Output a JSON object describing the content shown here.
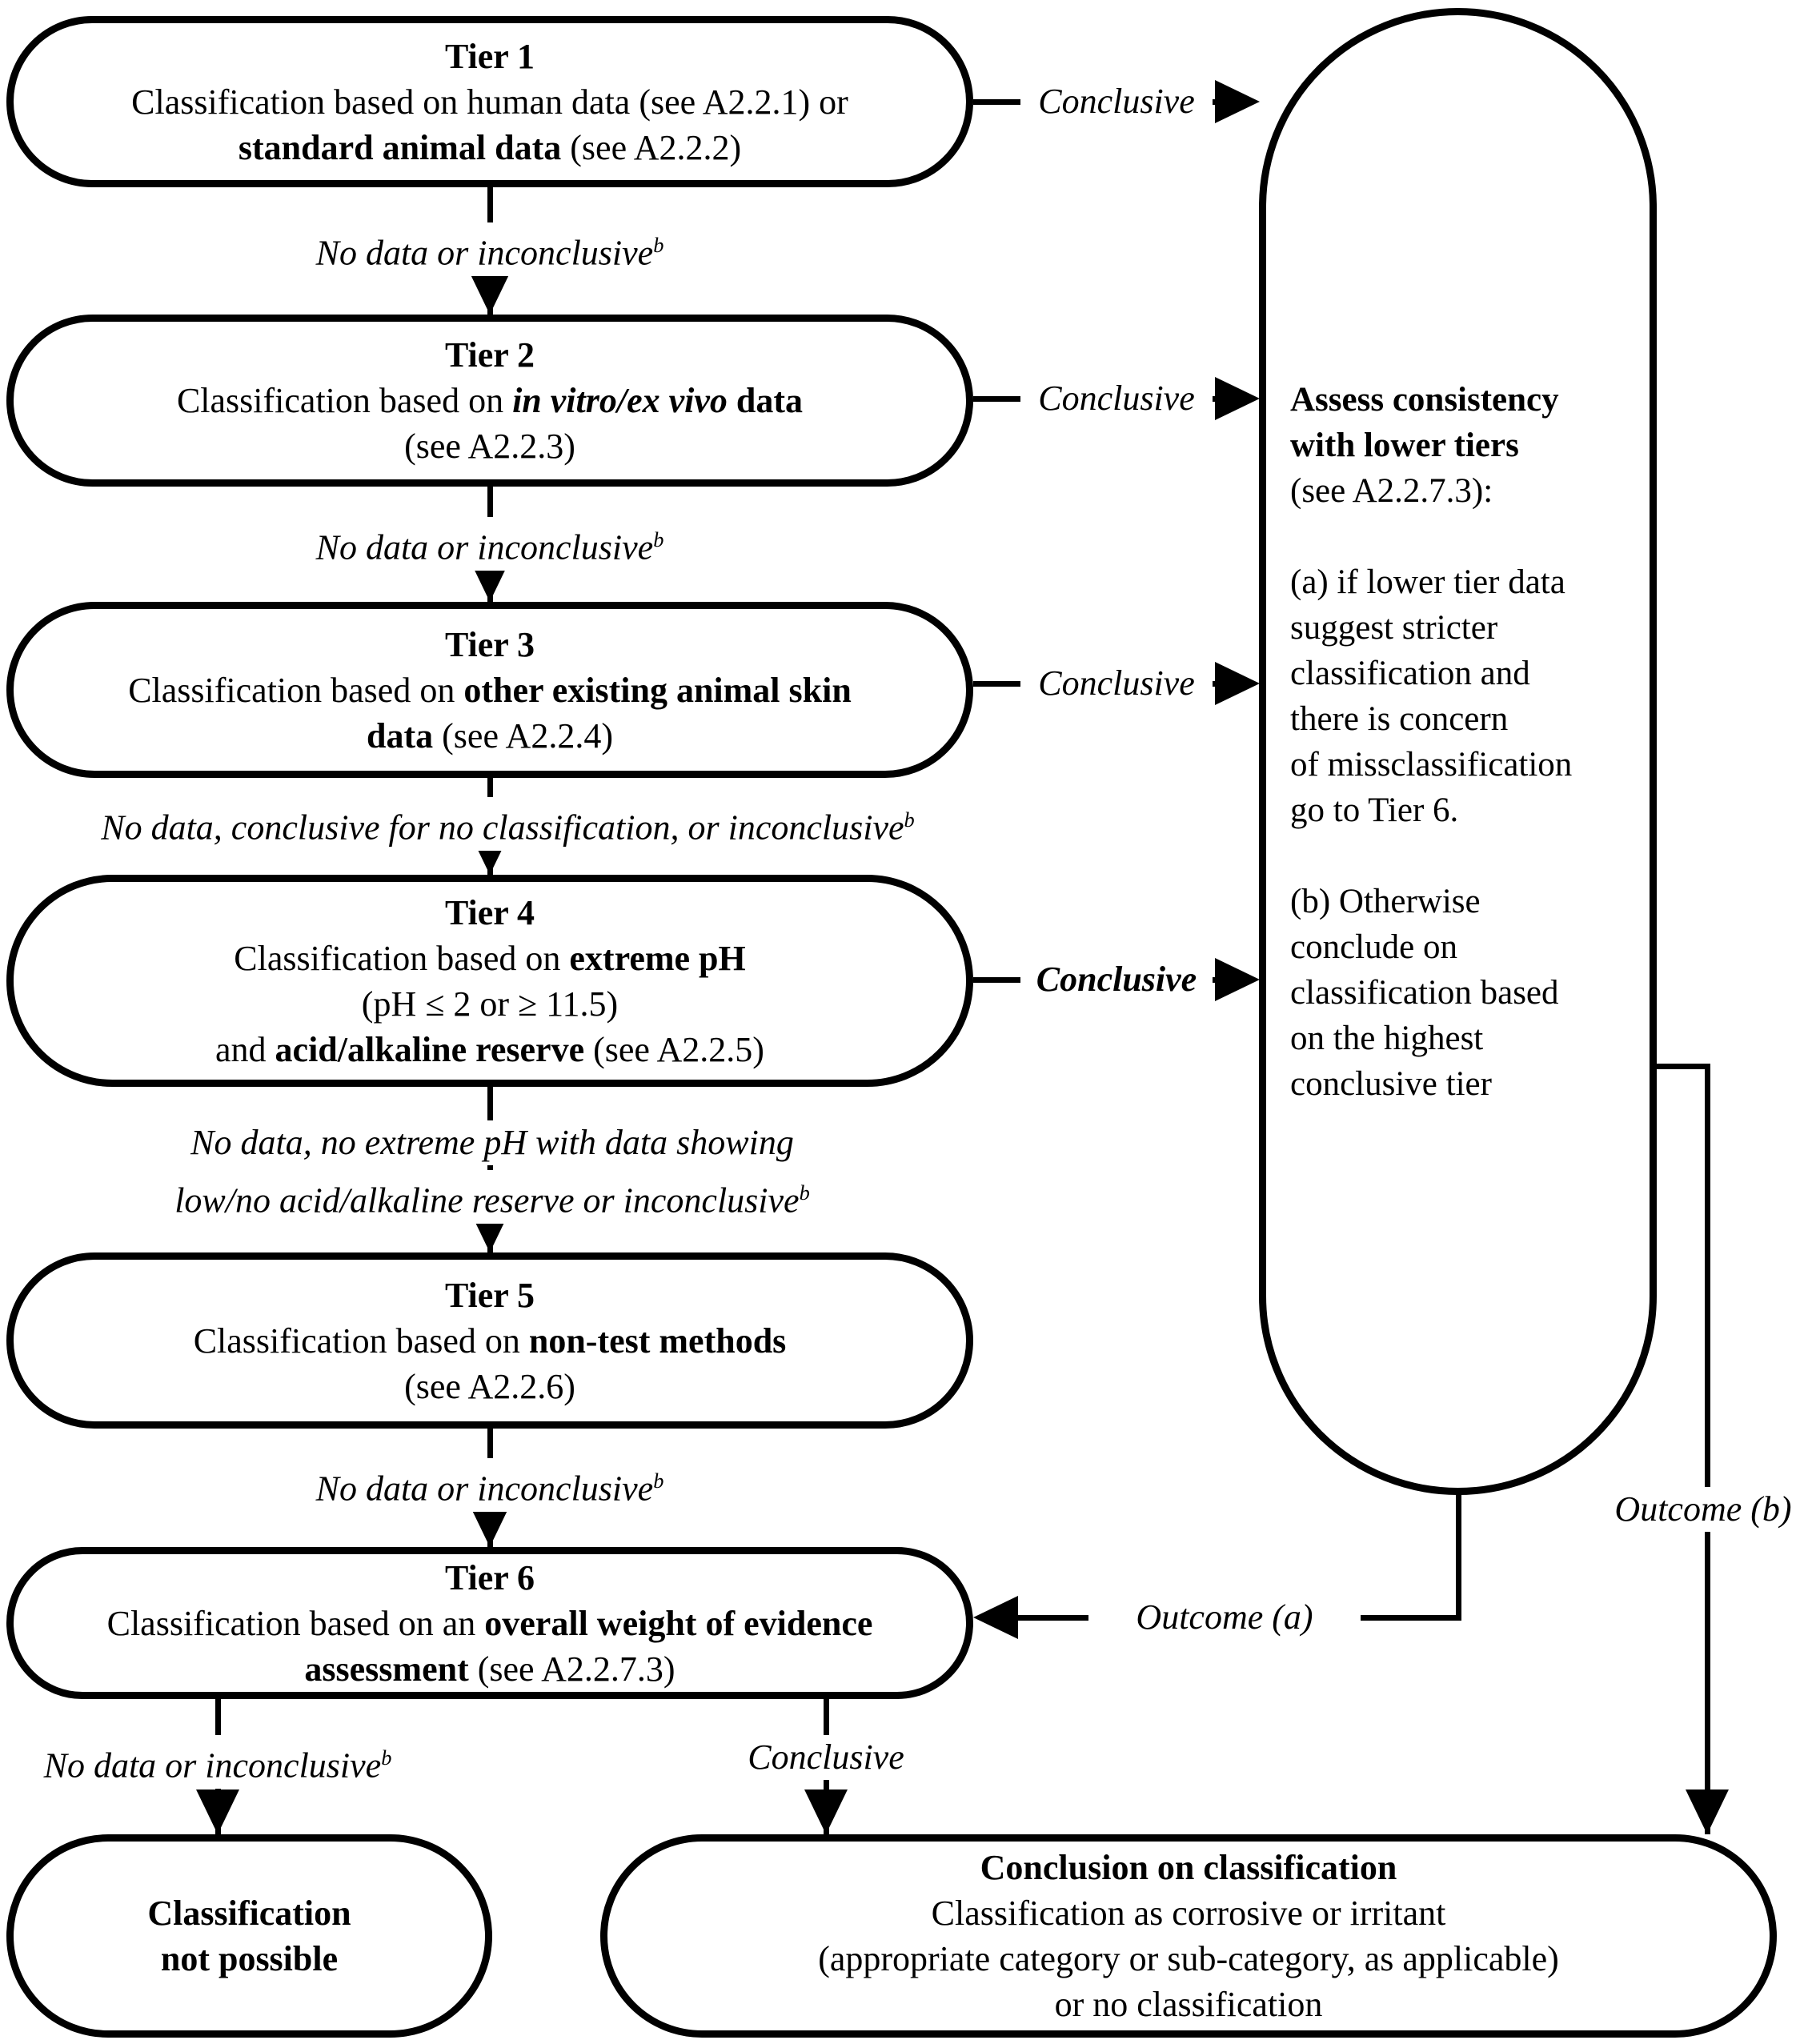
{
  "colors": {
    "ink": "#000000",
    "background": "#ffffff"
  },
  "tiers": [
    {
      "id": "tier-1",
      "lines": [
        [
          {
            "t": "Tier 1",
            "b": true
          }
        ],
        [
          {
            "t": "Classification based on human data (see A2.2.1) or"
          }
        ],
        [
          {
            "t": "standard animal data",
            "b": true
          },
          {
            "t": " (see A2.2.2)"
          }
        ]
      ]
    },
    {
      "id": "tier-2",
      "lines": [
        [
          {
            "t": "Tier 2",
            "b": true
          }
        ],
        [
          {
            "t": "Classification based on "
          },
          {
            "t": "in vitro/ex vivo",
            "b": true,
            "i": true
          },
          {
            "t": " data",
            "b": true
          }
        ],
        [
          {
            "t": "(see A2.2.3)"
          }
        ]
      ]
    },
    {
      "id": "tier-3",
      "lines": [
        [
          {
            "t": "Tier 3",
            "b": true
          }
        ],
        [
          {
            "t": "Classification based on "
          },
          {
            "t": "other existing animal skin",
            "b": true
          }
        ],
        [
          {
            "t": "data",
            "b": true
          },
          {
            "t": " (see A2.2.4)"
          }
        ]
      ]
    },
    {
      "id": "tier-4",
      "lines": [
        [
          {
            "t": "Tier 4",
            "b": true
          }
        ],
        [
          {
            "t": "Classification based on "
          },
          {
            "t": "extreme pH",
            "b": true
          }
        ],
        [
          {
            "t": "(pH ≤ 2 or ≥ 11.5)"
          }
        ],
        [
          {
            "t": "and "
          },
          {
            "t": "acid/alkaline reserve",
            "b": true
          },
          {
            "t": " (see A2.2.5)"
          }
        ]
      ]
    },
    {
      "id": "tier-5",
      "lines": [
        [
          {
            "t": "Tier 5",
            "b": true
          }
        ],
        [
          {
            "t": "Classification based on "
          },
          {
            "t": "non-test methods",
            "b": true
          }
        ],
        [
          {
            "t": "(see A2.2.6)"
          }
        ]
      ]
    },
    {
      "id": "tier-6",
      "lines": [
        [
          {
            "t": "Tier 6",
            "b": true
          }
        ],
        [
          {
            "t": "Classification based on an "
          },
          {
            "t": "overall weight of evidence",
            "b": true
          }
        ],
        [
          {
            "t": "assessment",
            "b": true
          },
          {
            "t": " (see A2.2.7.3)"
          }
        ]
      ]
    }
  ],
  "assess_box": {
    "lines": [
      [
        {
          "t": "Assess consistency",
          "b": true
        }
      ],
      [
        {
          "t": "with lower tiers",
          "b": true
        }
      ],
      [
        {
          "t": "(see A2.2.7.3):"
        }
      ],
      [],
      [
        {
          "t": "(a) if lower tier data"
        }
      ],
      [
        {
          "t": "suggest stricter"
        }
      ],
      [
        {
          "t": "classification and"
        }
      ],
      [
        {
          "t": "there is concern"
        }
      ],
      [
        {
          "t": "of missclassification"
        }
      ],
      [
        {
          "t": "go to Tier 6."
        }
      ],
      [],
      [
        {
          "t": "(b) Otherwise"
        }
      ],
      [
        {
          "t": "conclude on"
        }
      ],
      [
        {
          "t": "classification based"
        }
      ],
      [
        {
          "t": "on the highest"
        }
      ],
      [
        {
          "t": "conclusive tier"
        }
      ]
    ]
  },
  "terminals": {
    "not_possible": {
      "lines": [
        [
          {
            "t": "Classification",
            "b": true
          }
        ],
        [
          {
            "t": "not possible",
            "b": true
          }
        ]
      ]
    },
    "conclusion": {
      "lines": [
        [
          {
            "t": "Conclusion on classification",
            "b": true
          }
        ],
        [
          {
            "t": "Classification as corrosive or irritant"
          }
        ],
        [
          {
            "t": "(appropriate category or sub-category, as applicable)"
          }
        ],
        [
          {
            "t": "or no classification"
          }
        ]
      ]
    }
  },
  "edge_labels": {
    "t1_t2": {
      "text": "No data or inconclusive",
      "sup": "b"
    },
    "t2_t3": {
      "text": "No data or inconclusive",
      "sup": "b"
    },
    "t3_t4": {
      "text": "No data, conclusive for no classification, or inconclusive",
      "sup": "b"
    },
    "t4_t5_line1": {
      "text": "No data, no extreme pH with data showing"
    },
    "t4_t5_line2": {
      "text": "low/no acid/alkaline reserve or inconclusive",
      "sup": "b"
    },
    "t5_t6": {
      "text": "No data or inconclusive",
      "sup": "b"
    },
    "t6_not_possible": {
      "text": "No data or inconclusive",
      "sup": "b"
    },
    "t6_conclusion": {
      "text": "Conclusive"
    },
    "conclusive_t1": {
      "text": "Conclusive"
    },
    "conclusive_t2": {
      "text": "Conclusive"
    },
    "conclusive_t3": {
      "text": "Conclusive"
    },
    "conclusive_t4": {
      "text": "Conclusive"
    },
    "outcome_a": {
      "text": "Outcome (a)"
    },
    "outcome_b": {
      "text": "Outcome (b)"
    }
  }
}
